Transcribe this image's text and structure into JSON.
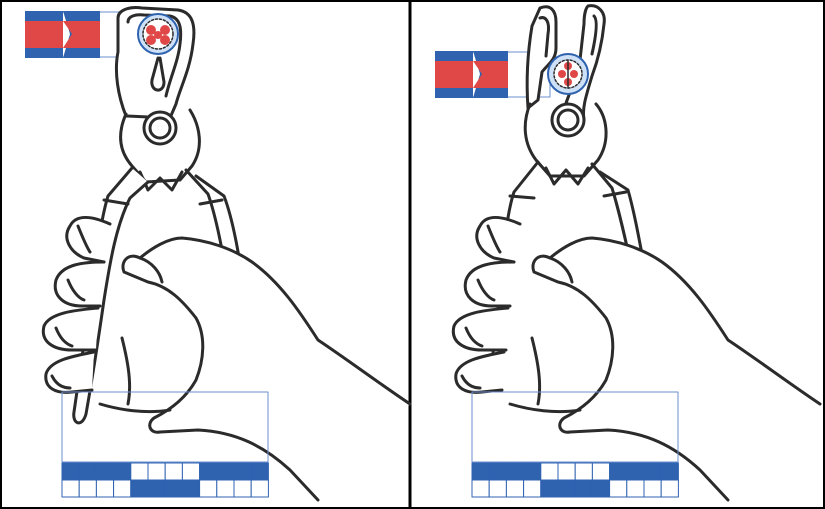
{
  "figure": {
    "panels": [
      {
        "id": "left",
        "state": "closed",
        "terminal_indicator": [
          "red",
          "blue"
        ],
        "scale_rows": [
          [
            1,
            1,
            1,
            1,
            0,
            0,
            0,
            0,
            1,
            1,
            1,
            1
          ],
          [
            0,
            0,
            0,
            0,
            1,
            1,
            1,
            1,
            0,
            0,
            0,
            0
          ]
        ]
      },
      {
        "id": "right",
        "state": "open",
        "terminal_indicator": [
          "red",
          "blue"
        ],
        "scale_rows": [
          [
            1,
            1,
            1,
            1,
            0,
            0,
            0,
            0,
            1,
            1,
            1,
            1
          ],
          [
            0,
            0,
            0,
            0,
            1,
            1,
            1,
            1,
            0,
            0,
            0,
            0
          ]
        ]
      }
    ]
  },
  "colors": {
    "outline": "#2b2b2b",
    "frame": "#000000",
    "accent_blue": "#2f63b0",
    "accent_red": "#e04848",
    "light_blue": "#cfe1f7",
    "guide_line": "#6a8fcf",
    "background": "#ffffff"
  }
}
